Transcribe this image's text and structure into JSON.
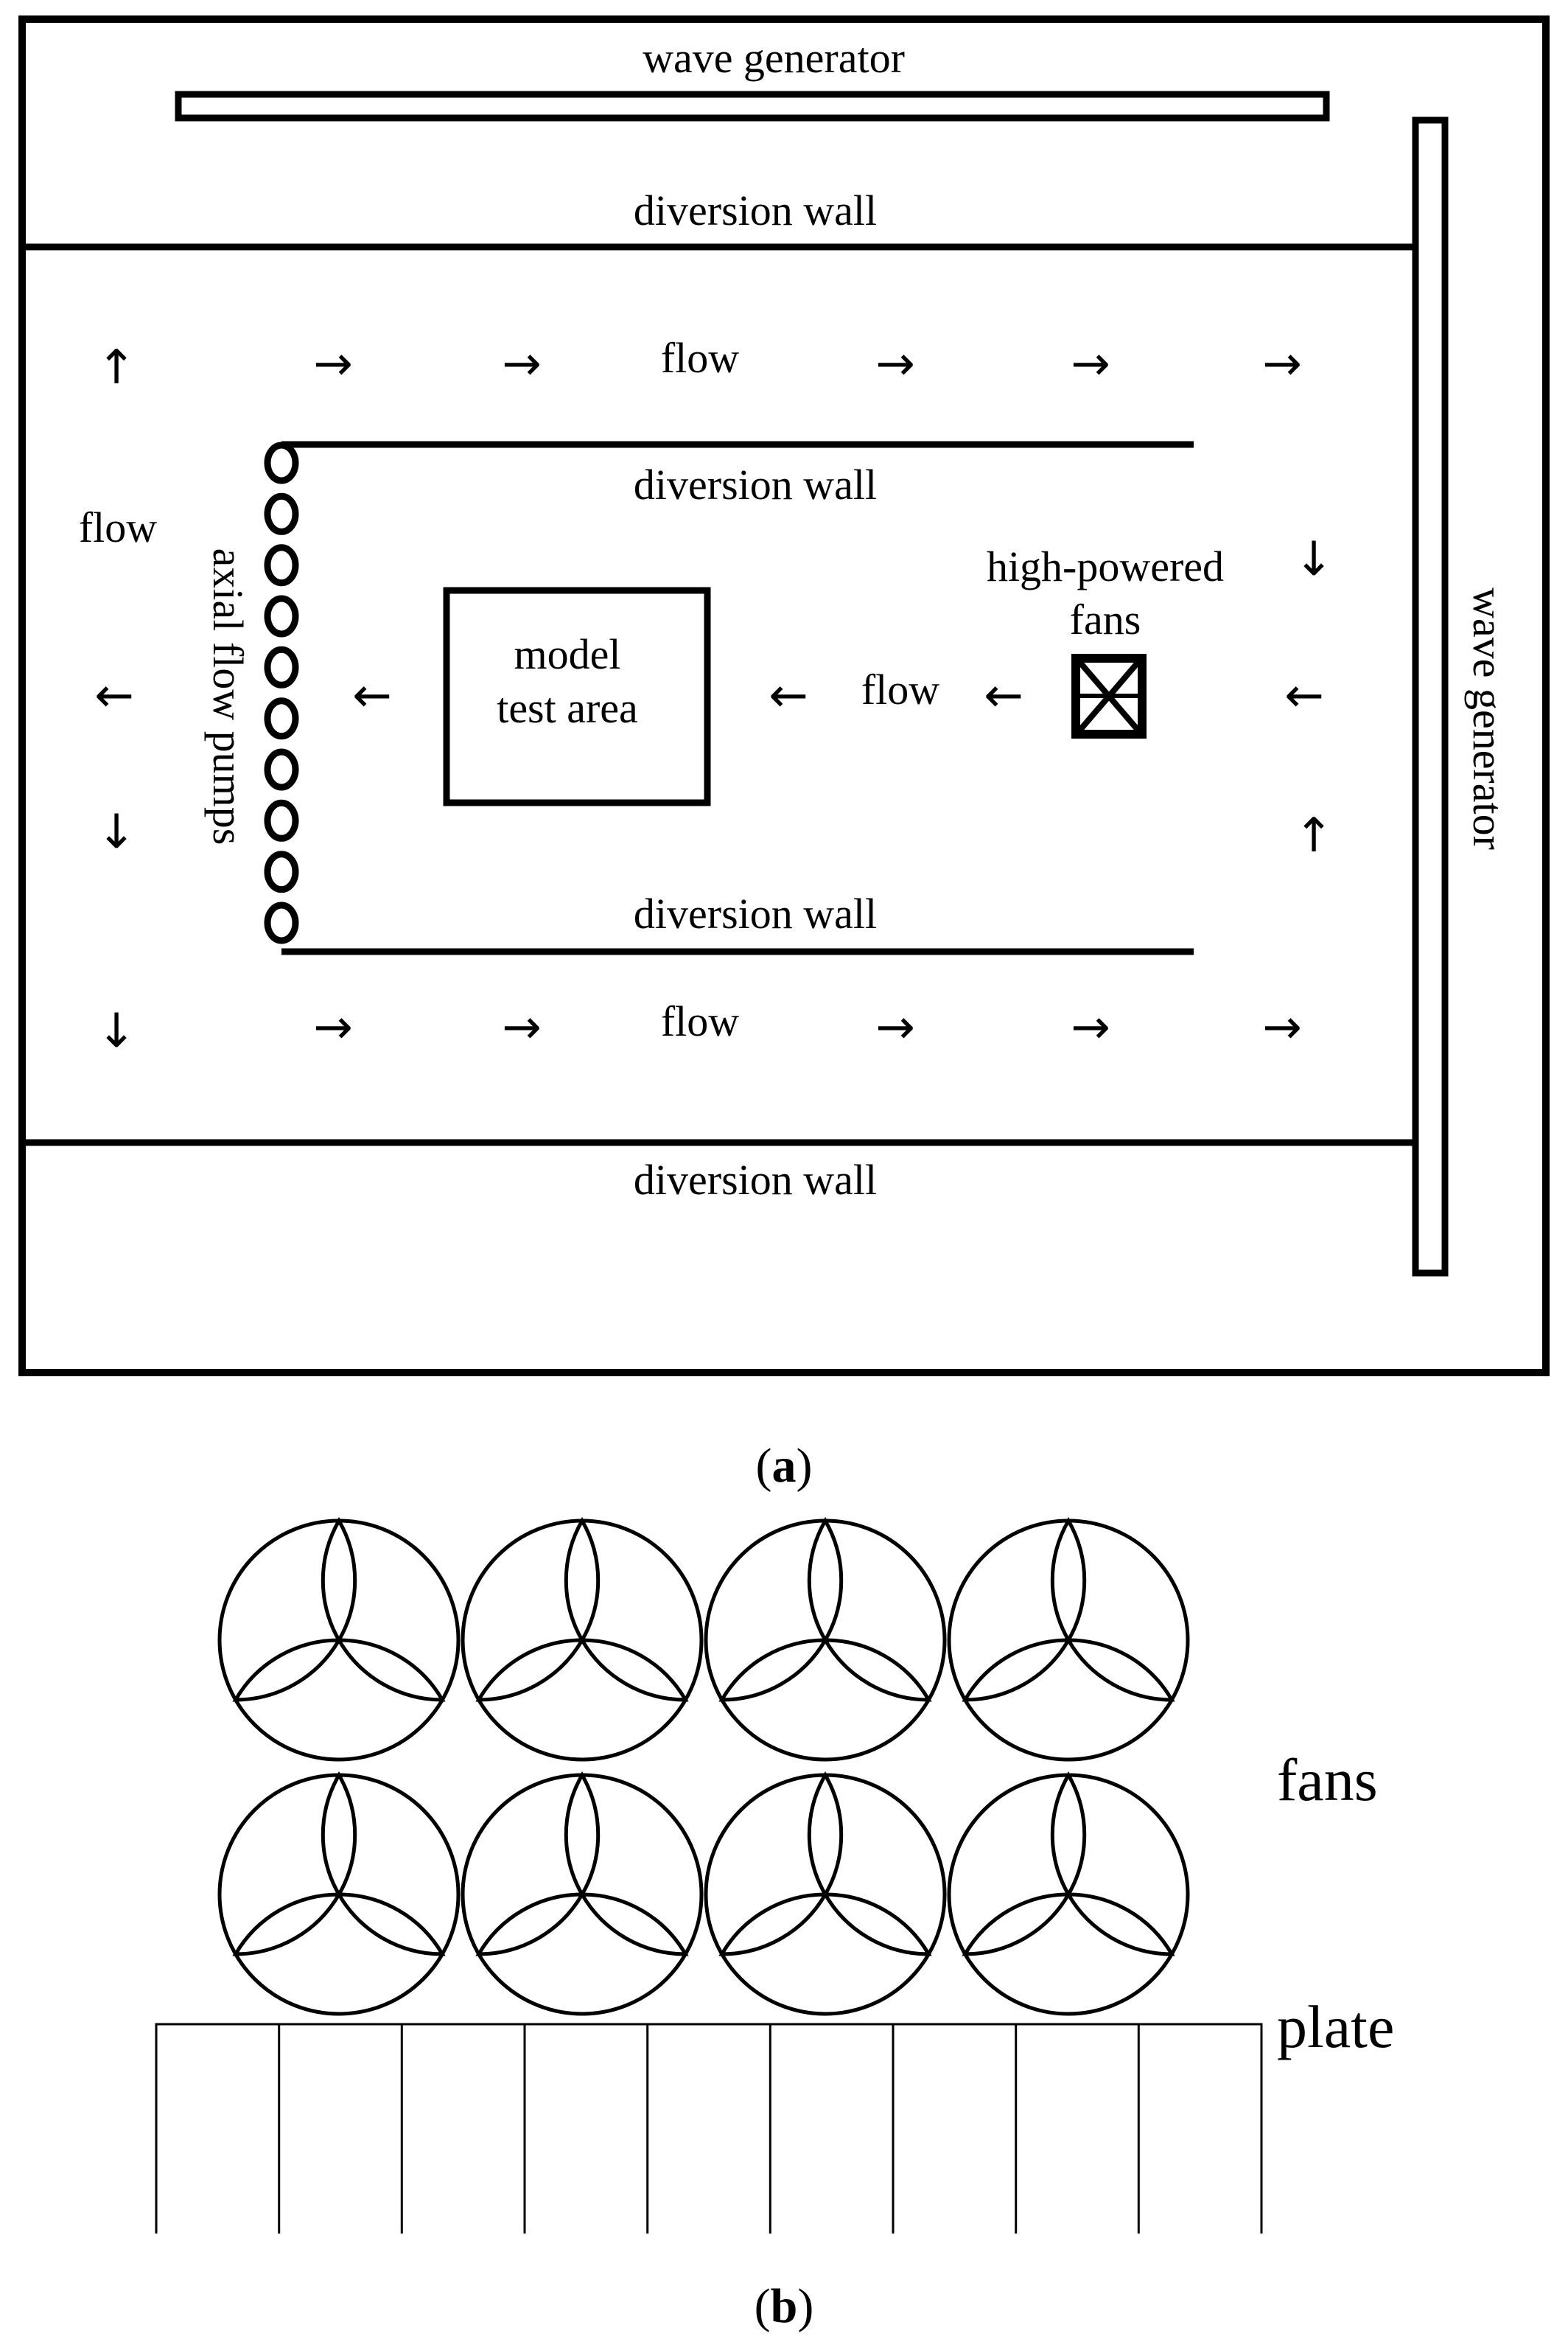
{
  "panel_a": {
    "caption_letter": "a",
    "labels": {
      "wave_generator_top": "wave generator",
      "wave_generator_right": "wave generator",
      "diversion_wall_upper": "diversion wall",
      "diversion_wall_inner_top": "diversion wall",
      "diversion_wall_inner_bottom": "diversion wall",
      "diversion_wall_lower": "diversion wall",
      "flow_top": "flow",
      "flow_left": "flow",
      "flow_center": "flow",
      "flow_bottom": "flow",
      "model_line1": "model",
      "model_line2": "test area",
      "high_powered_line1": "high-powered",
      "high_powered_line2": "fans",
      "axial_flow_pumps": "axial flow pumps"
    },
    "arrows": {
      "right": "→",
      "left": "←",
      "up": "↑",
      "down": "↓"
    },
    "pump_count": 10
  },
  "panel_b": {
    "caption_letter": "b",
    "labels": {
      "fans": "fans",
      "plate": "plate"
    },
    "fan_rows": 2,
    "fan_columns": 4,
    "plate_divisions": 9
  },
  "colors": {
    "stroke": "#000000",
    "background": "#ffffff"
  }
}
